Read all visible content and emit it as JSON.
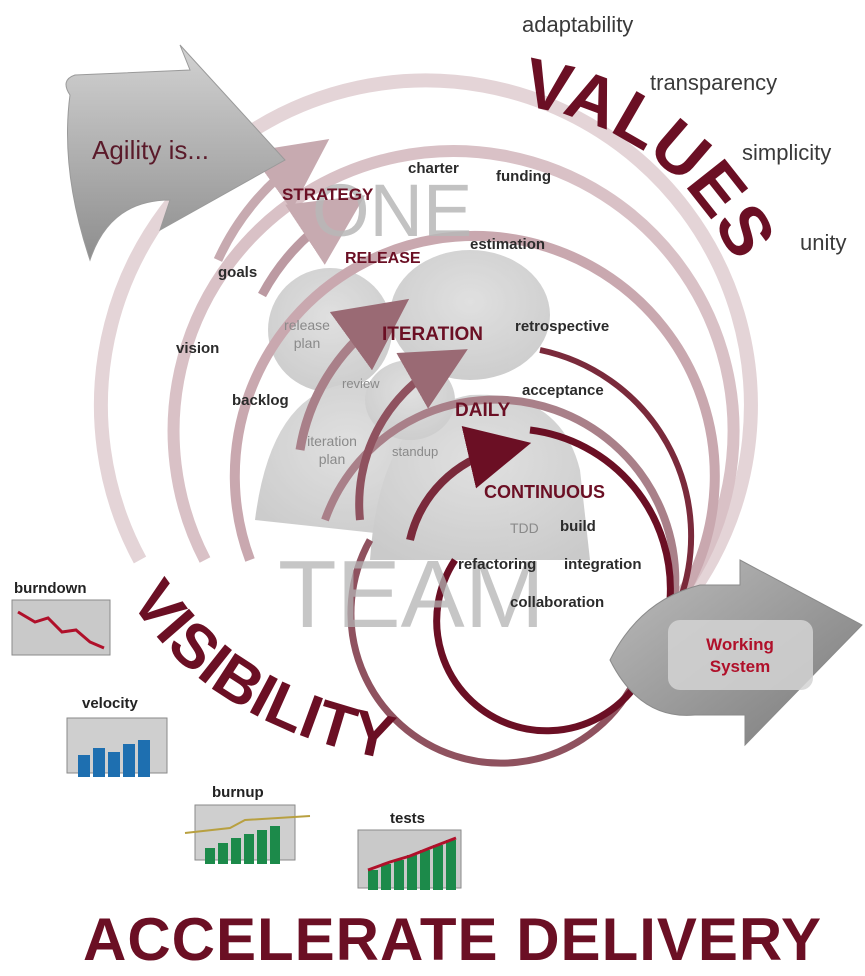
{
  "agility_label": "Agility is...",
  "values_title": "VALUES",
  "values": [
    "adaptability",
    "transparency",
    "simplicity",
    "unity"
  ],
  "one_label": "ONE",
  "team_label": "TEAM",
  "levels": {
    "strategy": "STRATEGY",
    "release": "RELEASE",
    "iteration": "ITERATION",
    "daily": "DAILY",
    "continuous": "CONTINUOUS"
  },
  "practices": {
    "charter": "charter",
    "funding": "funding",
    "estimation": "estimation",
    "goals": "goals",
    "vision": "vision",
    "backlog": "backlog",
    "release_plan": "release plan",
    "retrospective": "retrospective",
    "review": "review",
    "acceptance": "acceptance",
    "iteration_plan": "iteration plan",
    "standup": "standup",
    "tdd": "TDD",
    "build": "build",
    "refactoring": "refactoring",
    "integration": "integration",
    "collaboration": "collaboration"
  },
  "working_system": "Working System",
  "visibility_title": "VISIBILITY",
  "visibility_items": {
    "burndown": "burndown",
    "velocity": "velocity",
    "burnup": "burnup",
    "tests": "tests"
  },
  "footer_title": "ACCELERATE DELIVERY",
  "colors": {
    "maroon": "#6b0f24",
    "rose": "#b4959c",
    "gray_arrow": "#a8a8a8",
    "text_dark": "#2b2b2b"
  }
}
